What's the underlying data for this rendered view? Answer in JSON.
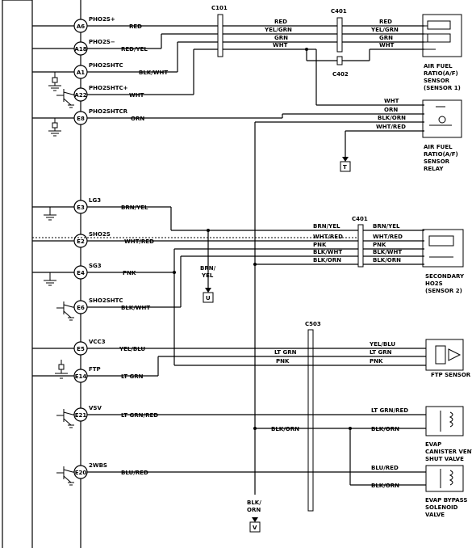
{
  "pins": [
    {
      "id": "A6",
      "signal": "PHO2S+",
      "wire": "RED"
    },
    {
      "id": "A18",
      "signal": "PHO2S−",
      "wire": "RED/YEL"
    },
    {
      "id": "A1",
      "signal": "PHO2SHTC",
      "wire": "BLK/WHT"
    },
    {
      "id": "A22",
      "signal": "PHO2SHTC+",
      "wire": "WHT"
    },
    {
      "id": "E8",
      "signal": "PHO2SHTCR",
      "wire": "ORN"
    },
    {
      "id": "E3",
      "signal": "LG3",
      "wire": "BRN/YEL"
    },
    {
      "id": "E2",
      "signal": "SHO2S",
      "wire": "WHT/RED"
    },
    {
      "id": "E4",
      "signal": "SG3",
      "wire": "PNK"
    },
    {
      "id": "E6",
      "signal": "SHO2SHTC",
      "wire": "BLK/WHT"
    },
    {
      "id": "E5",
      "signal": "VCC3",
      "wire": "YEL/BLU"
    },
    {
      "id": "E14",
      "signal": "FTP",
      "wire": "LT GRN"
    },
    {
      "id": "E21",
      "signal": "VSV",
      "wire": "LT GRN/RED"
    },
    {
      "id": "E20",
      "signal": "2WBS",
      "wire": "BLU/RED"
    }
  ],
  "connectors": {
    "c101": "C101",
    "c401a": "C401",
    "c402": "C402",
    "c401b": "C401",
    "c503": "C503"
  },
  "top_wires": {
    "c101_right": [
      "RED",
      "YEL/GRN",
      "GRN",
      "WHT"
    ],
    "c401_right": [
      "RED",
      "YEL/GRN",
      "GRN",
      "WHT"
    ]
  },
  "relay_wires": [
    "WHT",
    "ORN",
    "BLK/ORN",
    "WHT/RED"
  ],
  "h2_wires_left": [
    "BRN/YEL",
    "WHT/RED",
    "PNK",
    "BLK/WHT",
    "BLK/ORN"
  ],
  "h2_wires_right": [
    "BRN/YEL",
    "WHT/RED",
    "PNK",
    "BLK/WHT",
    "BLK/ORN"
  ],
  "ftp_wires": [
    "YEL/BLU",
    "LT GRN",
    "PNK"
  ],
  "evap_wires": {
    "vent_top": "LT GRN/RED",
    "vent_bottom": "BLK/ORN",
    "bypass_top": "BLU/RED",
    "bypass_bottom": "BLK/ORN",
    "c503_blkorn": "BLK/ORN"
  },
  "drop_labels": {
    "brn": "BRN/",
    "yel": "YEL",
    "blk": "BLK/",
    "orn": "ORN"
  },
  "terminals": {
    "t": "T",
    "u": "U",
    "v": "V"
  },
  "components": {
    "af_sensor": [
      "AIR FUEL",
      "RATIO(A/F)",
      "SENSOR",
      "(SENSOR 1)"
    ],
    "af_relay": [
      "AIR FUEL",
      "RATIO(A/F)",
      "SENSOR",
      "RELAY"
    ],
    "ho2s": [
      "SECONDARY",
      "HO2S",
      "(SENSOR 2)"
    ],
    "ftp": [
      "FTP SENSOR"
    ],
    "vent": [
      "EVAP",
      "CANISTER VENT",
      "SHUT VALVE"
    ],
    "bypass": [
      "EVAP BYPASS",
      "SOLENOID",
      "VALVE"
    ]
  }
}
